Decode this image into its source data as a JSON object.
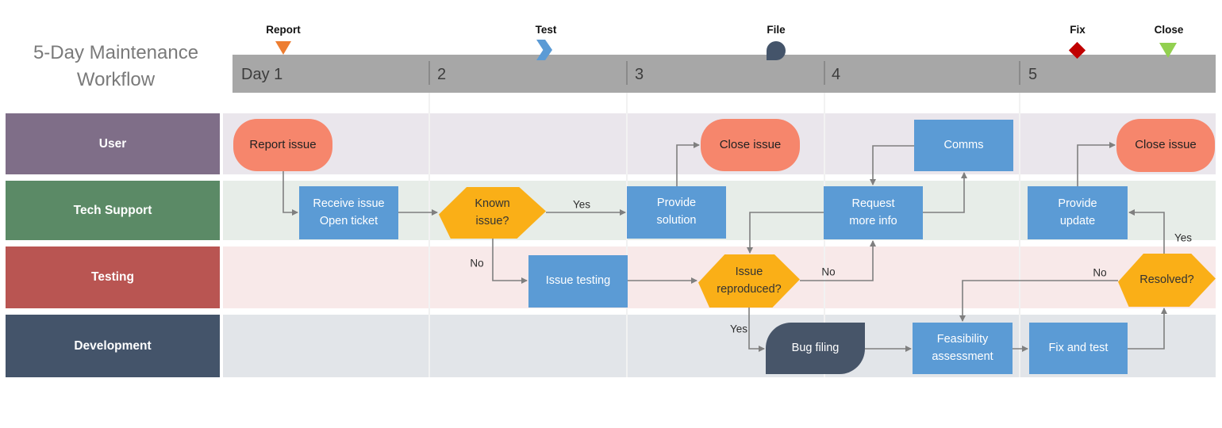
{
  "title": "5-Day Maintenance\nWorkflow",
  "timeline": {
    "bar_color": "#A7A7A7",
    "days": [
      "Day 1",
      "2",
      "3",
      "4",
      "5"
    ],
    "milestones": [
      {
        "label": "Report",
        "icon": "triangle-down-icon",
        "color": "#ED7D31"
      },
      {
        "label": "Test",
        "icon": "chevron-right-icon",
        "color": "#5B9BD5"
      },
      {
        "label": "File",
        "icon": "drop-icon",
        "color": "#44546A"
      },
      {
        "label": "Fix",
        "icon": "diamond-icon",
        "color": "#C00000"
      },
      {
        "label": "Close",
        "icon": "triangle-down-icon",
        "color": "#92D050"
      }
    ]
  },
  "lanes": [
    {
      "label": "User",
      "header_color": "#7F6E88",
      "body_color": "#EAE6EC"
    },
    {
      "label": "Tech Support",
      "header_color": "#5B8A66",
      "body_color": "#E7EDE8"
    },
    {
      "label": "Testing",
      "header_color": "#B95552",
      "body_color": "#F8E9E9"
    },
    {
      "label": "Development",
      "header_color": "#44546A",
      "body_color": "#E2E5E9"
    }
  ],
  "nodes": {
    "report_issue": {
      "label": "Report issue",
      "type": "terminator"
    },
    "close_issue_1": {
      "label": "Close issue",
      "type": "terminator"
    },
    "comms": {
      "label": "Comms",
      "type": "process"
    },
    "close_issue_2": {
      "label": "Close issue",
      "type": "terminator"
    },
    "receive_issue": {
      "label": "Receive issue\nOpen ticket",
      "type": "process"
    },
    "known_issue": {
      "label": "Known\nissue?",
      "type": "decision"
    },
    "provide_solution": {
      "label": "Provide\nsolution",
      "type": "process"
    },
    "request_more_info": {
      "label": "Request\nmore info",
      "type": "process"
    },
    "provide_update": {
      "label": "Provide\nupdate",
      "type": "process"
    },
    "issue_testing": {
      "label": "Issue testing",
      "type": "process"
    },
    "issue_reproduced": {
      "label": "Issue\nreproduced?",
      "type": "decision"
    },
    "resolved": {
      "label": "Resolved?",
      "type": "decision"
    },
    "bug_filing": {
      "label": "Bug filing",
      "type": "process-alt"
    },
    "feasibility": {
      "label": "Feasibility\nassessment",
      "type": "process"
    },
    "fix_and_test": {
      "label": "Fix and test",
      "type": "process"
    }
  },
  "edge_labels": {
    "known_yes": "Yes",
    "known_no": "No",
    "reproduced_yes": "Yes",
    "reproduced_no": "No",
    "resolved_no": "No",
    "resolved_yes": "Yes"
  },
  "colors": {
    "process": "#5B9BD5",
    "terminator": "#F6866C",
    "decision": "#FAAF17",
    "alt_process": "#475569",
    "arrow": "#7F7F7F"
  }
}
